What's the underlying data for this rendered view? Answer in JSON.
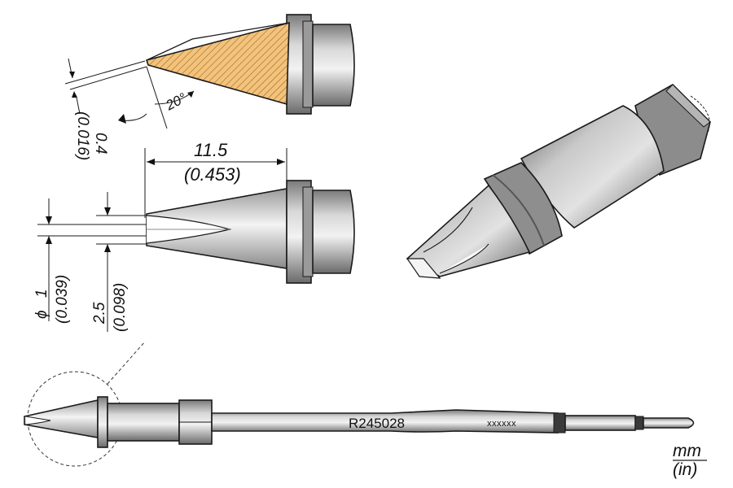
{
  "part_number": "R245028",
  "serial_placeholder": "xxxxxx",
  "dimensions": {
    "tip_length_mm": "11.5",
    "tip_length_in": "(0.453)",
    "tip_thickness_mm": "0.4",
    "tip_thickness_in": "(0.016)",
    "tip_width_mm": "1",
    "tip_width_prefix": "ϕ",
    "tip_width_in": "(0.039)",
    "body_width_mm": "2.5",
    "body_width_in": "(0.098)",
    "tip_angle": "20°"
  },
  "units": {
    "primary": "mm",
    "secondary": "(in)"
  },
  "colors": {
    "hatch_fill": "#f4c27a",
    "metal_light": "#e6e6e6",
    "metal_dark": "#8a8a8a",
    "outline": "#1a1a1a"
  }
}
